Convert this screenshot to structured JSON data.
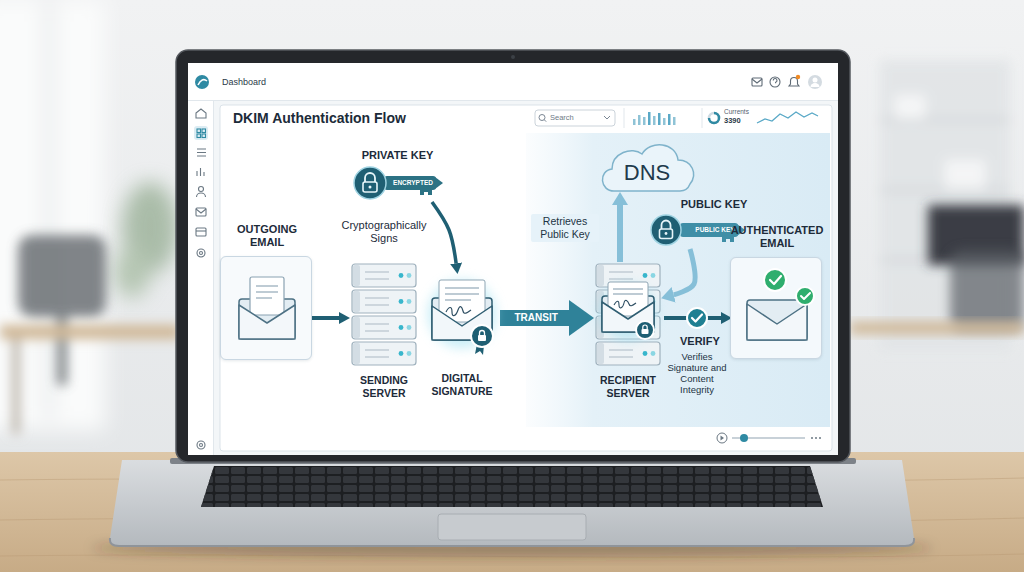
{
  "diagram": {
    "title": "DKIM Authentication Flow",
    "nodes": [
      {
        "text": [
          "OUTGOING EMAIL"
        ]
      },
      {
        "text": [
          "PRIVATE KEY",
          "ENCRYPTED"
        ]
      },
      {
        "text": [
          "SENDING SERVER"
        ]
      },
      {
        "text": [
          "DIGITAL SIGNATURE"
        ]
      },
      {
        "text": [
          "DNS"
        ]
      },
      {
        "text": [
          "PUBLIC KEY",
          "PUBLIC KEY"
        ]
      },
      {
        "text": [
          "RECIPIENT SERVER"
        ]
      },
      {
        "text": [
          "AUTHENTICATED EMAIL"
        ]
      }
    ],
    "edges": [
      {
        "from": 0,
        "to": 2,
        "arrow": "to"
      },
      {
        "from": 1,
        "to": 3,
        "label": "Cryptographically Signs",
        "arrow": "to"
      },
      {
        "from": 3,
        "to": 6,
        "label": "TRANSIT",
        "arrow": "to"
      },
      {
        "from": 6,
        "to": 4,
        "label": "Retrieves Public Key",
        "arrow": "to"
      },
      {
        "from": 5,
        "to": 6,
        "arrow": "to"
      },
      {
        "from": 6,
        "to": 7,
        "label": "VERIFY",
        "arrow": "to"
      }
    ],
    "labels": [
      "Dashboard",
      "Search",
      "Currents",
      "3390",
      "Verifies Signature and Content Integrity"
    ]
  }
}
